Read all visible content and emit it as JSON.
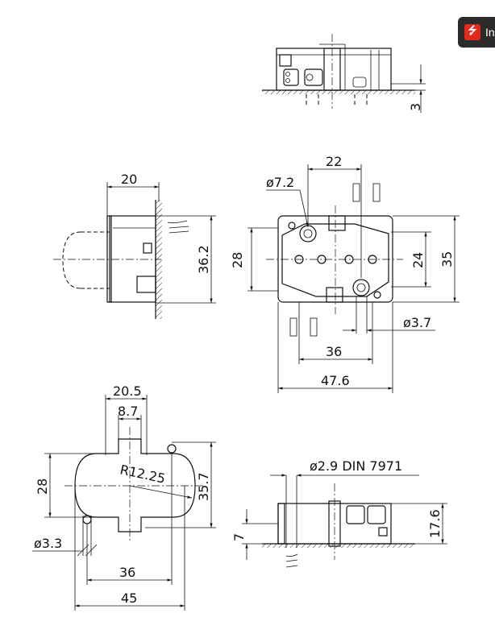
{
  "pdf_button": {
    "label": "In",
    "icon": "pdf-icon"
  },
  "top_view": {
    "dim_3": "3"
  },
  "side_view": {
    "dim_20": "20",
    "dim_36_2": "36.2"
  },
  "front_view": {
    "dim_22": "22",
    "dia_7_2": "ø7.2",
    "dim_28": "28",
    "dim_24": "24",
    "dim_35": "35",
    "dia_3_7": "ø3.7",
    "dim_36": "36",
    "dim_47_6": "47.6"
  },
  "cutout_view": {
    "dim_20_5": "20.5",
    "dim_8_7": "8.7",
    "radius": "R12.25",
    "dim_28": "28",
    "dim_35_7": "35.7",
    "dia_3_3": "ø3.3",
    "dim_36": "36",
    "dim_45": "45"
  },
  "bottom_view": {
    "dia_din": "ø2.9  DIN  7971",
    "dim_7": "7",
    "dim_17_6": "17.6"
  }
}
